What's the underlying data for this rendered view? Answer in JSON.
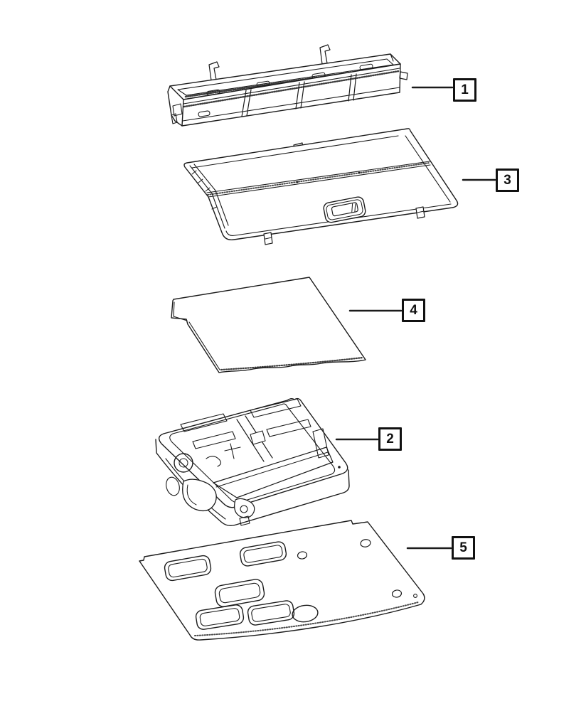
{
  "colors": {
    "background": "#ffffff",
    "ink": "#1b1b1b"
  },
  "callouts": [
    {
      "label": "1"
    },
    {
      "label": "3"
    },
    {
      "label": "4"
    },
    {
      "label": "2"
    },
    {
      "label": "5"
    }
  ]
}
